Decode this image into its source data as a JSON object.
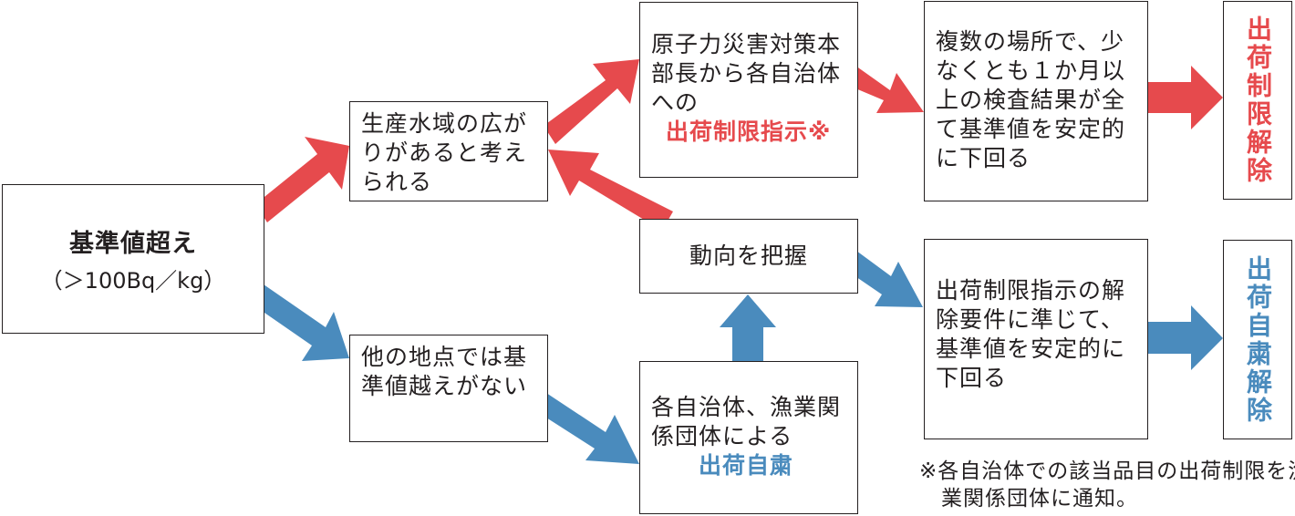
{
  "colors": {
    "red": "#e64a4d",
    "blue": "#4a8bbd",
    "border": "#231f20"
  },
  "boxes": {
    "base": {
      "line1": "基準値超え",
      "line2": "（＞100Bq／kg）"
    },
    "wide_area": {
      "text": "生産水域の広がりがあると考えられる"
    },
    "other_points": {
      "text": "他の地点では基準値越えがない"
    },
    "order": {
      "text": "原子力災害対策本部長から各自治体への",
      "highlight": "出荷制限指示※"
    },
    "trend": {
      "text": "動向を把握"
    },
    "self_restraint": {
      "text": "各自治体、漁業関係団体による",
      "highlight": "出荷自粛"
    },
    "lift_condition_red": {
      "text": "複数の場所で、少なくとも１か月以上の検査結果が全て基準値を安定的に下回る"
    },
    "lift_condition_blue": {
      "text": "出荷制限指示の解除要件に準じて、基準値を安定的に下回る"
    },
    "lift_red": {
      "text": "出荷制限解除"
    },
    "lift_blue": {
      "text": "出荷自粛解除"
    }
  },
  "note": "※各自治体での該当品目の出荷制限を漁業関係団体に通知。"
}
